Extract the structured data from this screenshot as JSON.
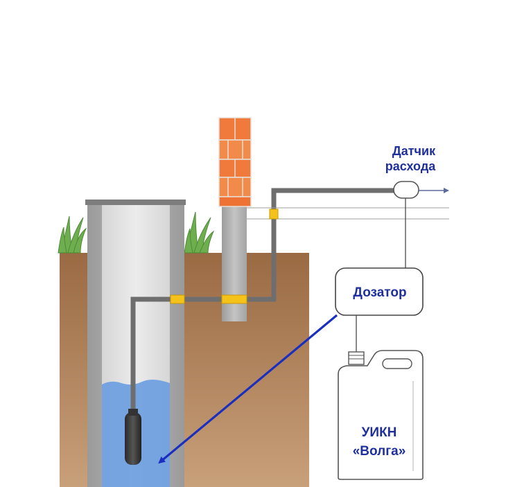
{
  "labels": {
    "flow_sensor_line1": "Датчик",
    "flow_sensor_line2": "расхода",
    "dosing_unit": "Дозатор",
    "canister_line1": "УИКН",
    "canister_line2": "«Волга»"
  },
  "colors": {
    "label_text": "#1f2f9c",
    "dosing_tube": "#1a2fbf",
    "soil": "#a8764e",
    "water": "#6c9ee0",
    "brick": "#f07a3c",
    "pipe": "#666666",
    "coupling": "#f5c21b",
    "well_ring": "#a6a6a6",
    "grass": "#6fae4e"
  },
  "icons": [
    "grass-tuft-icon",
    "submersible-pump-icon",
    "flow-sensor-icon",
    "canister-icon",
    "arrow-icon"
  ]
}
